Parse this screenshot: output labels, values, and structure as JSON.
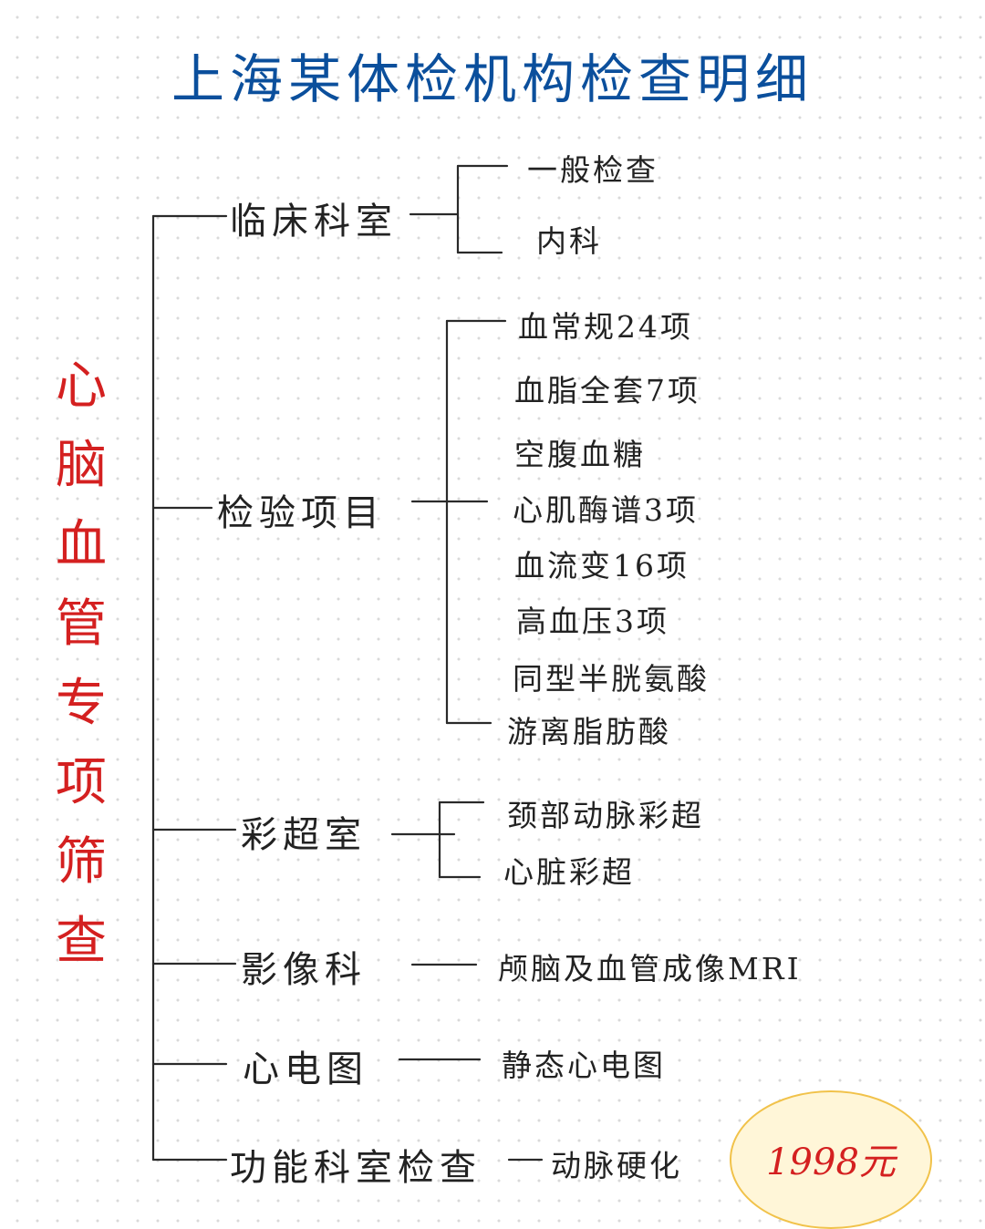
{
  "title": "上海某体检机构检查明细",
  "side_title": [
    "心",
    "脑",
    "血",
    "管",
    "专",
    "项",
    "筛",
    "查"
  ],
  "categories": [
    {
      "name": "临床科室",
      "items": [
        "一般检查",
        "内科"
      ]
    },
    {
      "name": "检验项目",
      "items": [
        "血常规24项",
        "血脂全套7项",
        "空腹血糖",
        "心肌酶谱3项",
        "血流变16项",
        "高血压3项",
        "同型半胱氨酸",
        "游离脂肪酸"
      ]
    },
    {
      "name": "彩超室",
      "items": [
        "颈部动脉彩超",
        "心脏彩超"
      ]
    },
    {
      "name": "影像科",
      "items": [
        "颅脑及血管成像MRI"
      ]
    },
    {
      "name": "心电图",
      "items": [
        "静态心电图"
      ]
    },
    {
      "name": "功能科室检查",
      "items": [
        "动脉硬化"
      ]
    }
  ],
  "price": "1998元",
  "colors": {
    "title": "#0b4f9c",
    "side_title": "#d42020",
    "price": "#d42020",
    "badge_fill": "#fff6d8",
    "badge_border": "#f1c24a"
  }
}
